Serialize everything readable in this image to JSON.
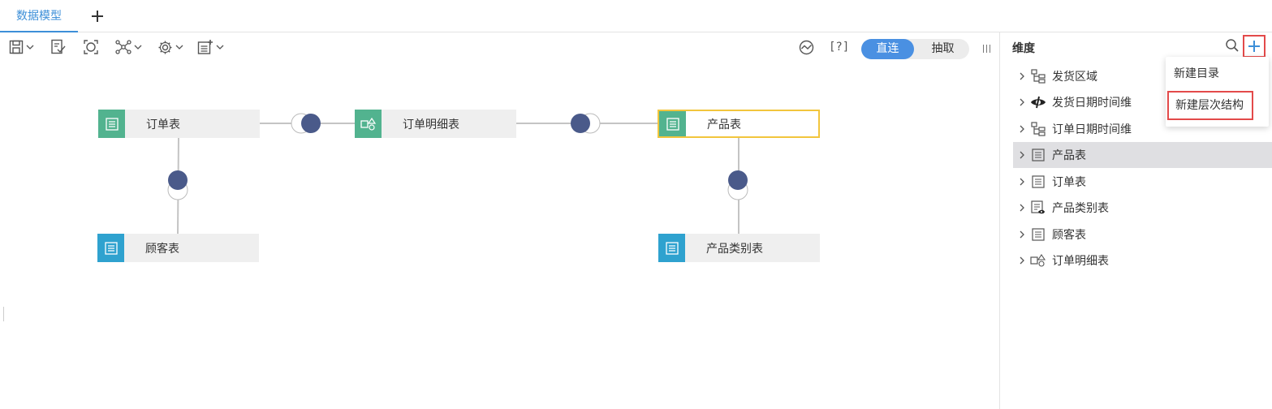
{
  "tabs": [
    {
      "label": "数据模型"
    }
  ],
  "toolbar": {
    "help_label": "[?]",
    "mode": {
      "active": "直连",
      "inactive": "抽取"
    }
  },
  "canvas": {
    "nodes": [
      {
        "label": "订单表",
        "icon": "table-icon",
        "color": "#52b38f"
      },
      {
        "label": "订单明细表",
        "icon": "shapes-icon",
        "color": "#52b38f"
      },
      {
        "label": "产品表",
        "icon": "table-icon",
        "color": "#52b38f",
        "selected": true
      },
      {
        "label": "顾客表",
        "icon": "table-icon",
        "color": "#2fa2cf"
      },
      {
        "label": "产品类别表",
        "icon": "table-icon",
        "color": "#2fa2cf"
      }
    ]
  },
  "panel": {
    "title": "维度",
    "items": [
      {
        "label": "发货区域",
        "icon": "hierarchy-icon"
      },
      {
        "label": "发货日期时间维",
        "icon": "eye-icon"
      },
      {
        "label": "订单日期时间维",
        "icon": "hierarchy-icon"
      },
      {
        "label": "产品表",
        "icon": "table-icon",
        "selected": true
      },
      {
        "label": "订单表",
        "icon": "table-icon"
      },
      {
        "label": "产品类别表",
        "icon": "table-view-icon"
      },
      {
        "label": "顾客表",
        "icon": "table-icon"
      },
      {
        "label": "订单明细表",
        "icon": "shapes-icon"
      }
    ]
  },
  "dropdown": {
    "items": [
      {
        "label": "新建目录"
      },
      {
        "label": "新建层次结构",
        "highlighted": true
      }
    ]
  },
  "colors": {
    "accent": "#4a90e2",
    "node_green": "#52b38f",
    "node_blue": "#2fa2cf",
    "join_dot": "#4a5a8a",
    "highlight_red": "#e34a4a",
    "selected_border": "#f2c53d"
  }
}
